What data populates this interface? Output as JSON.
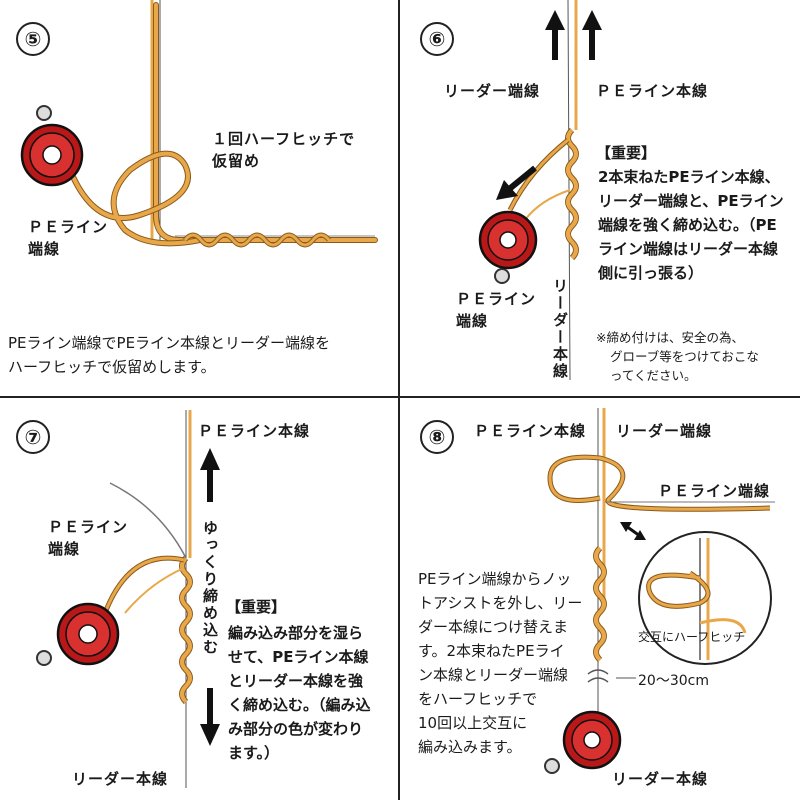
{
  "colors": {
    "line": "#e8a84a",
    "line_dark": "#8a5a1c",
    "reel": "#cc2222",
    "ink": "#1a1a1a",
    "leader": "#cfcfcf"
  },
  "panel5": {
    "number": "⑤",
    "callout": [
      "１回ハーフヒッチで",
      "仮留め"
    ],
    "label_pe_end": [
      "ＰＥライン",
      "端線"
    ],
    "caption": [
      "PEライン端線でPEライン本線とリーダー端線を",
      "ハーフヒッチで仮留めします。"
    ]
  },
  "panel6": {
    "number": "⑥",
    "label_leader_end": "リーダー端線",
    "label_pe_main": "ＰＥライン本線",
    "label_pe_end": [
      "ＰＥライン",
      "端線"
    ],
    "label_leader_main_vertical": "リーダー本線",
    "important_title": "【重要】",
    "important_lines": [
      "2本束ねたPEライン本線、",
      "リーダー端線と、PEライン",
      "端線を強く締め込む。（PE",
      "ライン端線はリーダー本線",
      "側に引っ張る）"
    ],
    "note": [
      "※締め付けは、安全の為、",
      "グローブ等をつけておこな",
      "ってください。"
    ]
  },
  "panel7": {
    "number": "⑦",
    "label_pe_main": "ＰＥライン本線",
    "label_pe_end": [
      "ＰＥライン",
      "端線"
    ],
    "label_vertical": "ゆっくり締め込む",
    "important_title": "【重要】",
    "important_lines": [
      "編み込み部分を湿ら",
      "せて、PEライン本線",
      "とリーダー本線を強",
      "く締め込む。（編み込",
      "み部分の色が変わり",
      "ます。）"
    ],
    "label_leader_main": "リーダー本線"
  },
  "panel8": {
    "number": "⑧",
    "label_pe_main": "ＰＥライン本線",
    "label_leader_end": "リーダー端線",
    "label_pe_end": "ＰＥライン端線",
    "description": [
      "PEライン端線からノッ",
      "トアシストを外し、リー",
      "ダー本線につけ替えま",
      "す。2本束ねたPEライ",
      "ン本線とリーダー端線",
      "をハーフヒッチで",
      "10回以上交互に",
      "編み込みます。"
    ],
    "zoom_label": "交互にハーフヒッチ",
    "length_label": "20〜30cm",
    "label_leader_main": "リーダー本線"
  }
}
